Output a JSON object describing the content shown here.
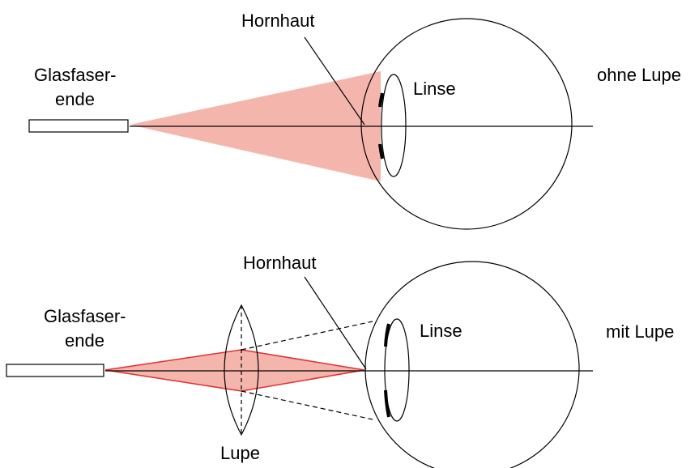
{
  "colors": {
    "line": "#000000",
    "cone_fill": "#f4b5ad",
    "cone_edge_red": "#e03030"
  },
  "top_panel": {
    "fiber_label_line1": "Glasfaser-",
    "fiber_label_line2": "ende",
    "cornea_label": "Hornhaut",
    "lens_label": "Linse",
    "case_label": "ohne Lupe"
  },
  "bottom_panel": {
    "fiber_label_line1": "Glasfaser-",
    "fiber_label_line2": "ende",
    "cornea_label": "Hornhaut",
    "lens_label": "Linse",
    "case_label": "mit Lupe",
    "magnifier_label": "Lupe"
  }
}
